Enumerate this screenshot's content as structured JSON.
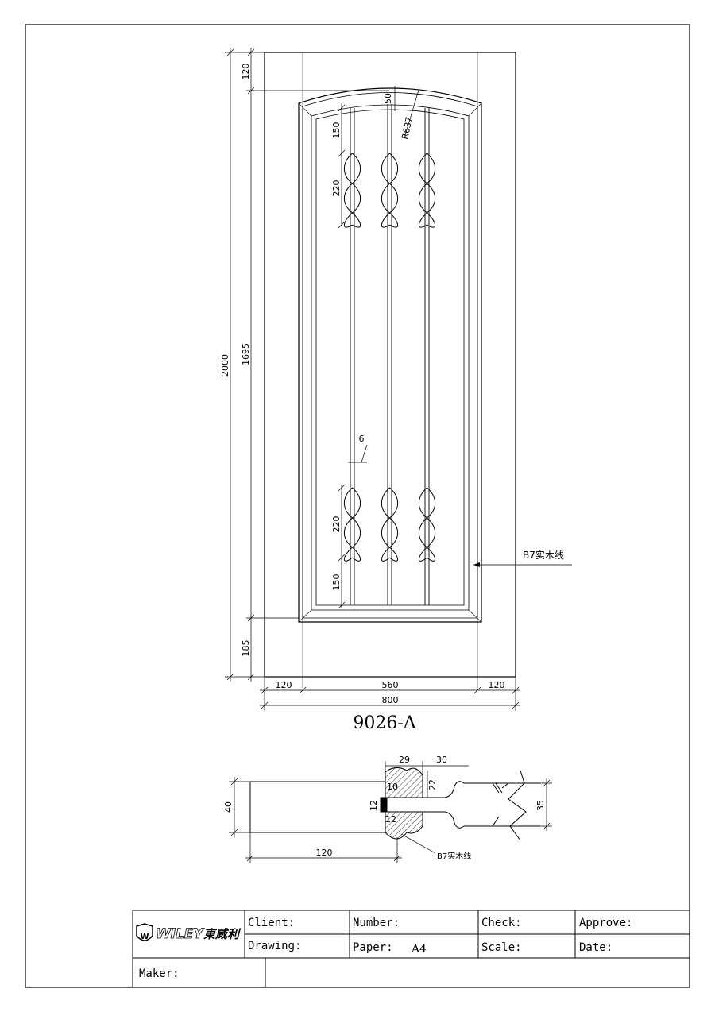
{
  "drawing": {
    "model": "9026-A",
    "front_view": {
      "overall_height": "2000",
      "top_rail": "120",
      "panel_height": "1695",
      "bottom_rail": "185",
      "left_stile": "120",
      "panel_width": "560",
      "right_stile": "120",
      "overall_width": "800",
      "arch_rise": "50",
      "arch_radius": "R637",
      "top_ornament_offset": "150",
      "top_ornament_length": "220",
      "bar_width": "6",
      "bottom_ornament_length": "220",
      "bottom_ornament_offset": "150",
      "molding_label": "B7实木线"
    },
    "section_view": {
      "thickness": "40",
      "stile_width": "120",
      "molding_width": "29",
      "molding_step": "30",
      "molding_height": "22",
      "rebate_depth": "10",
      "groove_upper": "12",
      "groove_lower": "12",
      "profile_thickness": "35",
      "molding_label": "B7实木线"
    }
  },
  "title_block": {
    "logo_text": "WILEY",
    "logo_cn": "東威利",
    "client_label": "Client:",
    "number_label": "Number:",
    "check_label": "Check:",
    "approve_label": "Approve:",
    "drawing_label": "Drawing:",
    "paper_label": "Paper:",
    "paper_value": "A4",
    "scale_label": "Scale:",
    "date_label": "Date:",
    "maker_label": "Maker:"
  }
}
